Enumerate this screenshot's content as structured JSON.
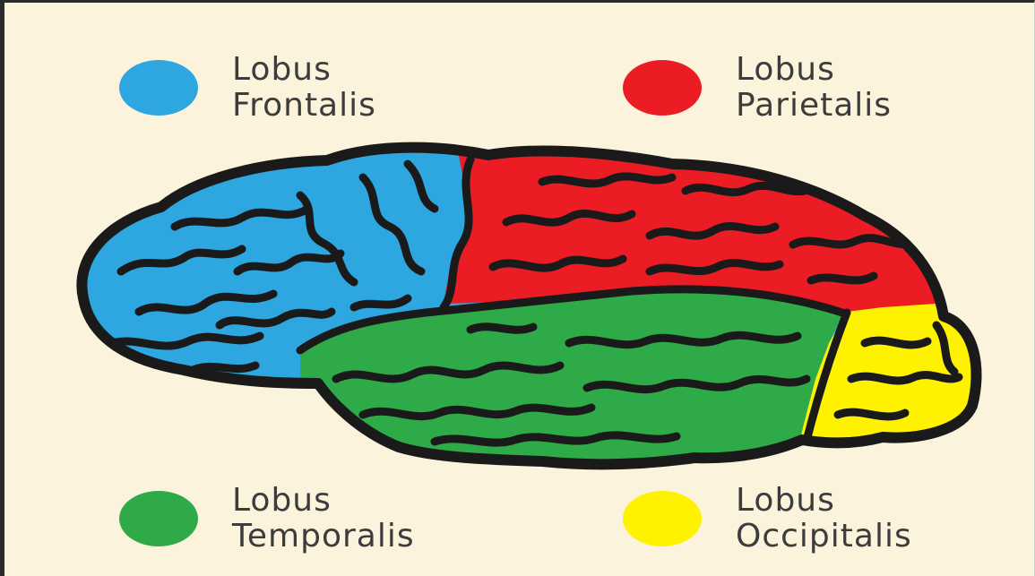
{
  "legend": [
    {
      "id": "frontal",
      "line1": "Lobus",
      "line2": "Frontalis",
      "color": "#2ea6e0"
    },
    {
      "id": "parietal",
      "line1": "Lobus",
      "line2": "Parietalis",
      "color": "#ec1c24"
    },
    {
      "id": "temporal",
      "line1": "Lobus",
      "line2": "Temporalis",
      "color": "#2eab48"
    },
    {
      "id": "occipital",
      "line1": "Lobus",
      "line2": "Occipitalis",
      "color": "#fff200"
    }
  ],
  "colors": {
    "background": "#fbf3dc",
    "outline": "#1a1a1a"
  },
  "icons": {
    "brain": "brain-lateral-view-icon"
  }
}
